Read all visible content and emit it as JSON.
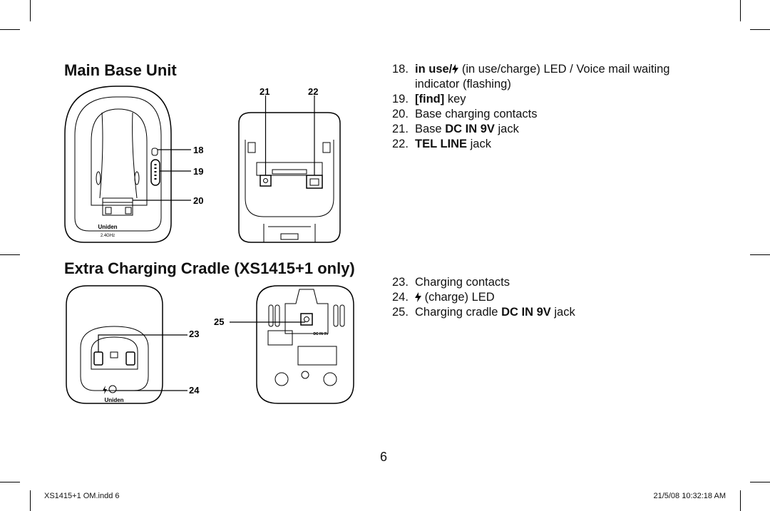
{
  "sections": {
    "base": {
      "title": "Main Base Unit",
      "items": [
        {
          "num": "18.",
          "pre": "",
          "bold": "in use/",
          "post": " (in use/charge) LED / Voice mail waiting",
          "cont": "indicator (flashing)",
          "bolt": true
        },
        {
          "num": "19.",
          "pre": "",
          "bold": "[find]",
          "post": " key"
        },
        {
          "num": "20.",
          "pre": "Base charging contacts",
          "bold": "",
          "post": ""
        },
        {
          "num": "21.",
          "pre": "Base ",
          "bold": "DC IN 9V",
          "post": " jack"
        },
        {
          "num": "22.",
          "pre": "",
          "bold": "TEL LINE",
          "post": " jack"
        }
      ]
    },
    "cradle": {
      "title": "Extra Charging Cradle (XS1415+1 only)",
      "items": [
        {
          "num": "23.",
          "pre": "Charging contacts",
          "bold": "",
          "post": ""
        },
        {
          "num": "24.",
          "pre": "",
          "bold": "",
          "post": " (charge) LED",
          "bolt": true
        },
        {
          "num": "25.",
          "pre": "Charging cradle ",
          "bold": "DC IN 9V",
          "post": " jack"
        }
      ]
    }
  },
  "callouts": {
    "c18": "18",
    "c19": "19",
    "c20": "20",
    "c21": "21",
    "c22": "22",
    "c23": "23",
    "c24": "24",
    "c25": "25"
  },
  "device_labels": {
    "brand": "Uniden",
    "freq": "2.4GHz",
    "dc_label": "DC IN 9V"
  },
  "page_number": "6",
  "footer": {
    "left": "XS1415+1 OM.indd   6",
    "right": "21/5/08   10:32:18 AM"
  }
}
